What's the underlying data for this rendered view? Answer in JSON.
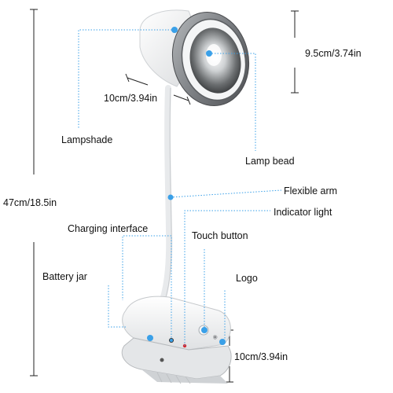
{
  "labels": {
    "lampshade": "Lampshade",
    "lamp_bead": "Lamp bead",
    "flexible_arm": "Flexible arm",
    "indicator_light": "Indicator light",
    "charging_interface": "Charging interface",
    "touch_button": "Touch button",
    "battery_jar": "Battery jar",
    "logo": "Logo"
  },
  "dimensions": {
    "total_height": "47cm/18.5in",
    "shade_height": "9.5cm/3.74in",
    "shade_width": "10cm/3.94in",
    "clip_width": "10cm/3.94in"
  },
  "colors": {
    "callout": "#3aa0e8",
    "dimension_line": "#222222",
    "shade_metal": "#8a8d91",
    "lamp_white": "#f2f3f4",
    "indicator_red": "#d8262b"
  }
}
